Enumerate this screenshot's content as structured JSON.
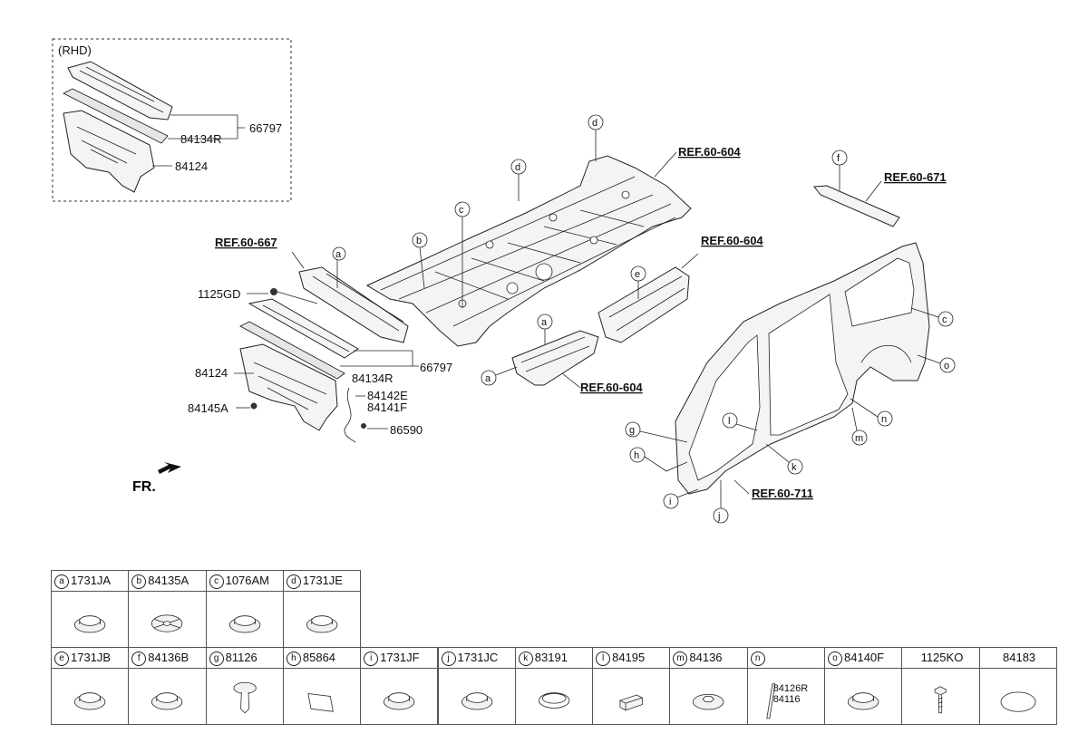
{
  "inset": {
    "title": "(RHD)",
    "labels": [
      "66797",
      "84134R",
      "84124"
    ]
  },
  "callout_labels": {
    "a1": "a",
    "a2": "a",
    "a3": "a",
    "b": "b",
    "c1": "c",
    "c2": "c",
    "d1": "d",
    "d2": "d",
    "e": "e",
    "f": "f",
    "g": "g",
    "h": "h",
    "i": "i",
    "j": "j",
    "k": "k",
    "l": "l",
    "m": "m",
    "n": "n",
    "o": "o"
  },
  "part_labels": {
    "p1125gd": "1125GD",
    "p84124": "84124",
    "p84145a": "84145A",
    "p84134r": "84134R",
    "p66797": "66797",
    "p84142e": "84142E",
    "p84141f": "84141F",
    "p86590": "86590"
  },
  "refs": {
    "r667": "REF.60-667",
    "r604_top": "REF.60-604",
    "r604_right": "REF.60-604",
    "r604_bottom": "REF.60-604",
    "r671": "REF.60-671",
    "r711": "REF.60-711"
  },
  "fr_label": "FR.",
  "legend": {
    "row1": [
      {
        "letter": "a",
        "code": "1731JA",
        "icon": "grommet-icon"
      },
      {
        "letter": "b",
        "code": "84135A",
        "icon": "cross-plug-icon"
      },
      {
        "letter": "c",
        "code": "1076AM",
        "icon": "grommet-icon"
      },
      {
        "letter": "d",
        "code": "1731JE",
        "icon": "grommet-icon"
      }
    ],
    "row2": [
      {
        "letter": "e",
        "code": "1731JB",
        "icon": "grommet-icon"
      },
      {
        "letter": "f",
        "code": "84136B",
        "icon": "grommet-icon"
      },
      {
        "letter": "g",
        "code": "81126",
        "icon": "push-clip-icon"
      },
      {
        "letter": "h",
        "code": "85864",
        "icon": "pad-icon"
      },
      {
        "letter": "i",
        "code": "1731JF",
        "icon": "grommet-icon"
      },
      {
        "letter": "j",
        "code": "1731JC",
        "icon": "grommet-icon"
      },
      {
        "letter": "k",
        "code": "83191",
        "icon": "ring-plug-icon"
      },
      {
        "letter": "l",
        "code": "84195",
        "icon": "foam-block-icon"
      },
      {
        "letter": "m",
        "code": "84136",
        "icon": "hex-plug-icon"
      },
      {
        "letter": "n",
        "code": "",
        "icon": "strip-icon",
        "sub1": "84126R",
        "sub2": "84116"
      },
      {
        "letter": "o",
        "code": "84140F",
        "icon": "grommet-icon"
      },
      {
        "letter": "",
        "code": "1125KO",
        "icon": "bolt-icon"
      },
      {
        "letter": "",
        "code": "84183",
        "icon": "oval-pad-icon"
      }
    ]
  }
}
